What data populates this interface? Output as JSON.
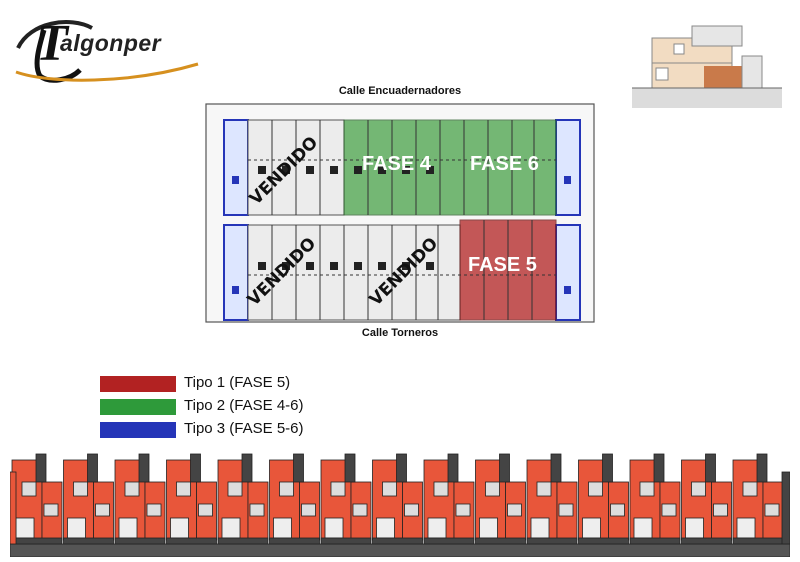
{
  "logo": {
    "text": "algonper",
    "initial": "T"
  },
  "plan": {
    "street_top": "Calle Encuadernadores",
    "street_bottom": "Calle Torneros",
    "phases": [
      {
        "label": "FASE 4",
        "color": "#3d9c3d"
      },
      {
        "label": "FASE 6",
        "color": "#3d9c3d"
      },
      {
        "label": "FASE 5",
        "color": "#b22222"
      }
    ],
    "sold_label": "VENDIDO"
  },
  "legend": [
    {
      "label": "Tipo 1 (FASE 5)",
      "color": "#b22222"
    },
    {
      "label": "Tipo 2 (FASE 4-6)",
      "color": "#2e9a3a"
    },
    {
      "label": "Tipo 3 (FASE 5-6)",
      "color": "#2535b8"
    }
  ],
  "colors": {
    "elevation_orange": "#e8563a",
    "elevation_dark": "#444444",
    "type3_blue": "#2535b8"
  }
}
